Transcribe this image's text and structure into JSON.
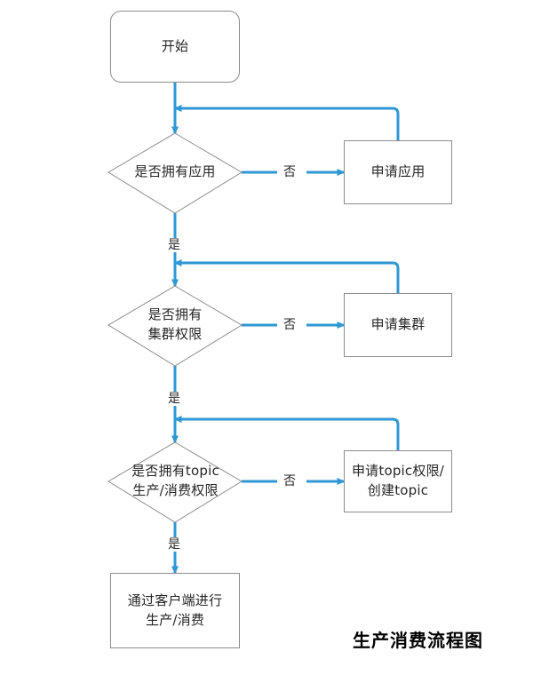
{
  "diagram": {
    "title": "生产消费流程图",
    "colors": {
      "connector": "#2e97d4",
      "node_border": "#8c8c8c",
      "node_fill": "#ffffff",
      "text": "#262626",
      "title_text": "#000000",
      "background": "#ffffff"
    },
    "nodes": {
      "start": {
        "label": "开始",
        "shape": "rounded-rect"
      },
      "decision_app": {
        "label": "是否拥有应用",
        "shape": "diamond"
      },
      "action_app": {
        "label": "申请应用",
        "shape": "rect"
      },
      "decision_cluster": {
        "label": "是否拥有\n集群权限",
        "shape": "diamond"
      },
      "action_cluster": {
        "label": "申请集群",
        "shape": "rect"
      },
      "decision_topic": {
        "label": "是否拥有topic\n生产/消费权限",
        "shape": "diamond"
      },
      "action_topic": {
        "label": "申请topic权限/\n创建topic",
        "shape": "rect"
      },
      "end": {
        "label": "通过客户端进行\n生产/消费",
        "shape": "rect"
      }
    },
    "edge_labels": {
      "no_app": "否",
      "yes_app": "是",
      "no_cluster": "否",
      "yes_cluster": "是",
      "no_topic": "否",
      "yes_topic": "是"
    }
  }
}
